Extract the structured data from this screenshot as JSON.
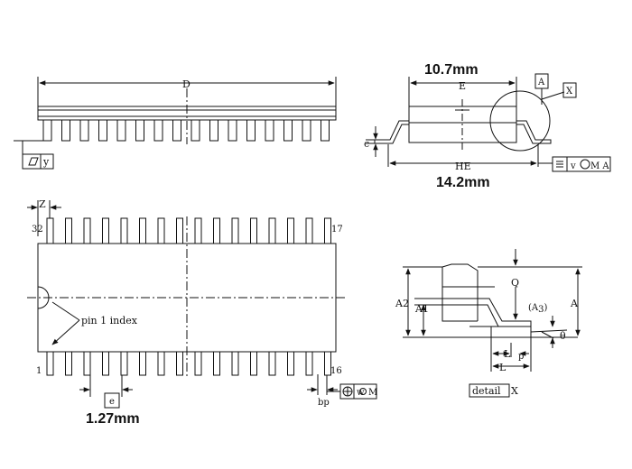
{
  "top_view": {
    "length_label": "D",
    "datum_ref": "y"
  },
  "end_view": {
    "body_width_label": "E",
    "body_width_value": "10.7mm",
    "overall_width_label": "HE",
    "overall_width_value": "14.2mm",
    "thickness_label": "c",
    "datum_label": "A",
    "detail_callout": "X",
    "tolerance_symbol": "v",
    "tolerance_ref": "M A"
  },
  "plan_view": {
    "pin_start_top": "32",
    "pin_end_top": "17",
    "pin_start_bottom": "1",
    "pin_end_bottom": "16",
    "offset_label": "Z",
    "pin_index_label": "pin 1 index",
    "pitch_label": "e",
    "pitch_value": "1.27mm",
    "lead_width_label": "bp",
    "lead_tolerance_symbol": "w",
    "lead_tolerance_ref": "M"
  },
  "detail_view": {
    "height_total": "A",
    "height_body": "A2",
    "standoff": "A1",
    "lead_q": "Q",
    "a3": "A",
    "a3_sub": "3",
    "lead_length": "L",
    "lead_length_p": "Lp",
    "theta": "θ",
    "title_word": "detail",
    "title_ref": "X"
  }
}
